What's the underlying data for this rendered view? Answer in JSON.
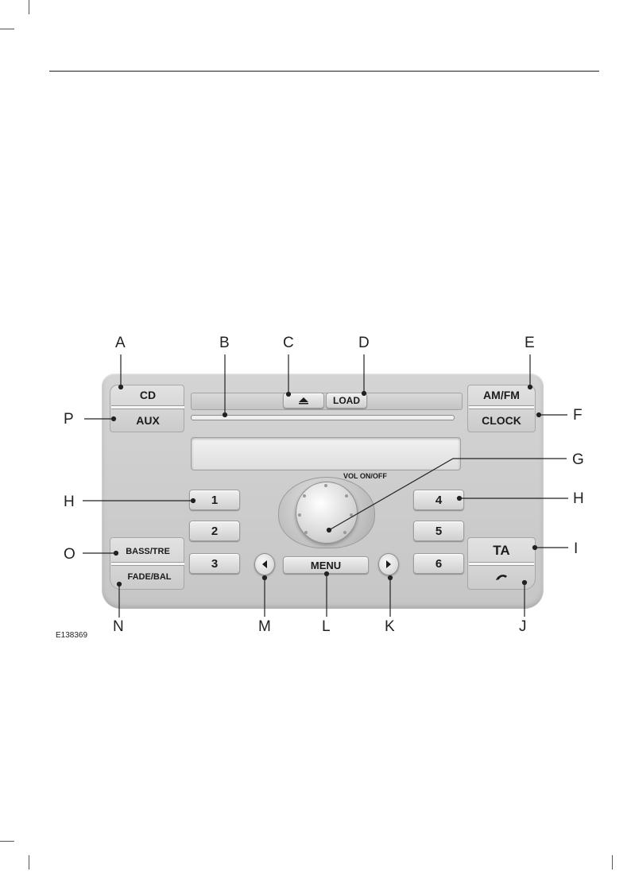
{
  "figure_id": "E138369",
  "callouts": {
    "A": "A",
    "B": "B",
    "C": "C",
    "D": "D",
    "E": "E",
    "F": "F",
    "G": "G",
    "H_left": "H",
    "H_right": "H",
    "I": "I",
    "J": "J",
    "K": "K",
    "L": "L",
    "M": "M",
    "N": "N",
    "O": "O",
    "P": "P"
  },
  "buttons": {
    "cd": "CD",
    "aux": "AUX",
    "load": "LOAD",
    "am_fm": "AM/FM",
    "clock": "CLOCK",
    "vol_on_off": "VOL ON/OFF",
    "preset_1": "1",
    "preset_2": "2",
    "preset_3": "3",
    "preset_4": "4",
    "preset_5": "5",
    "preset_6": "6",
    "bass_tre": "BASS/TRE",
    "fade_bal": "FADE/BAL",
    "ta": "TA",
    "menu": "MENU"
  },
  "icons": {
    "eject": "eject-icon",
    "phone": "phone-icon",
    "seek_left": "triangle-left-icon",
    "seek_right": "triangle-right-icon"
  }
}
